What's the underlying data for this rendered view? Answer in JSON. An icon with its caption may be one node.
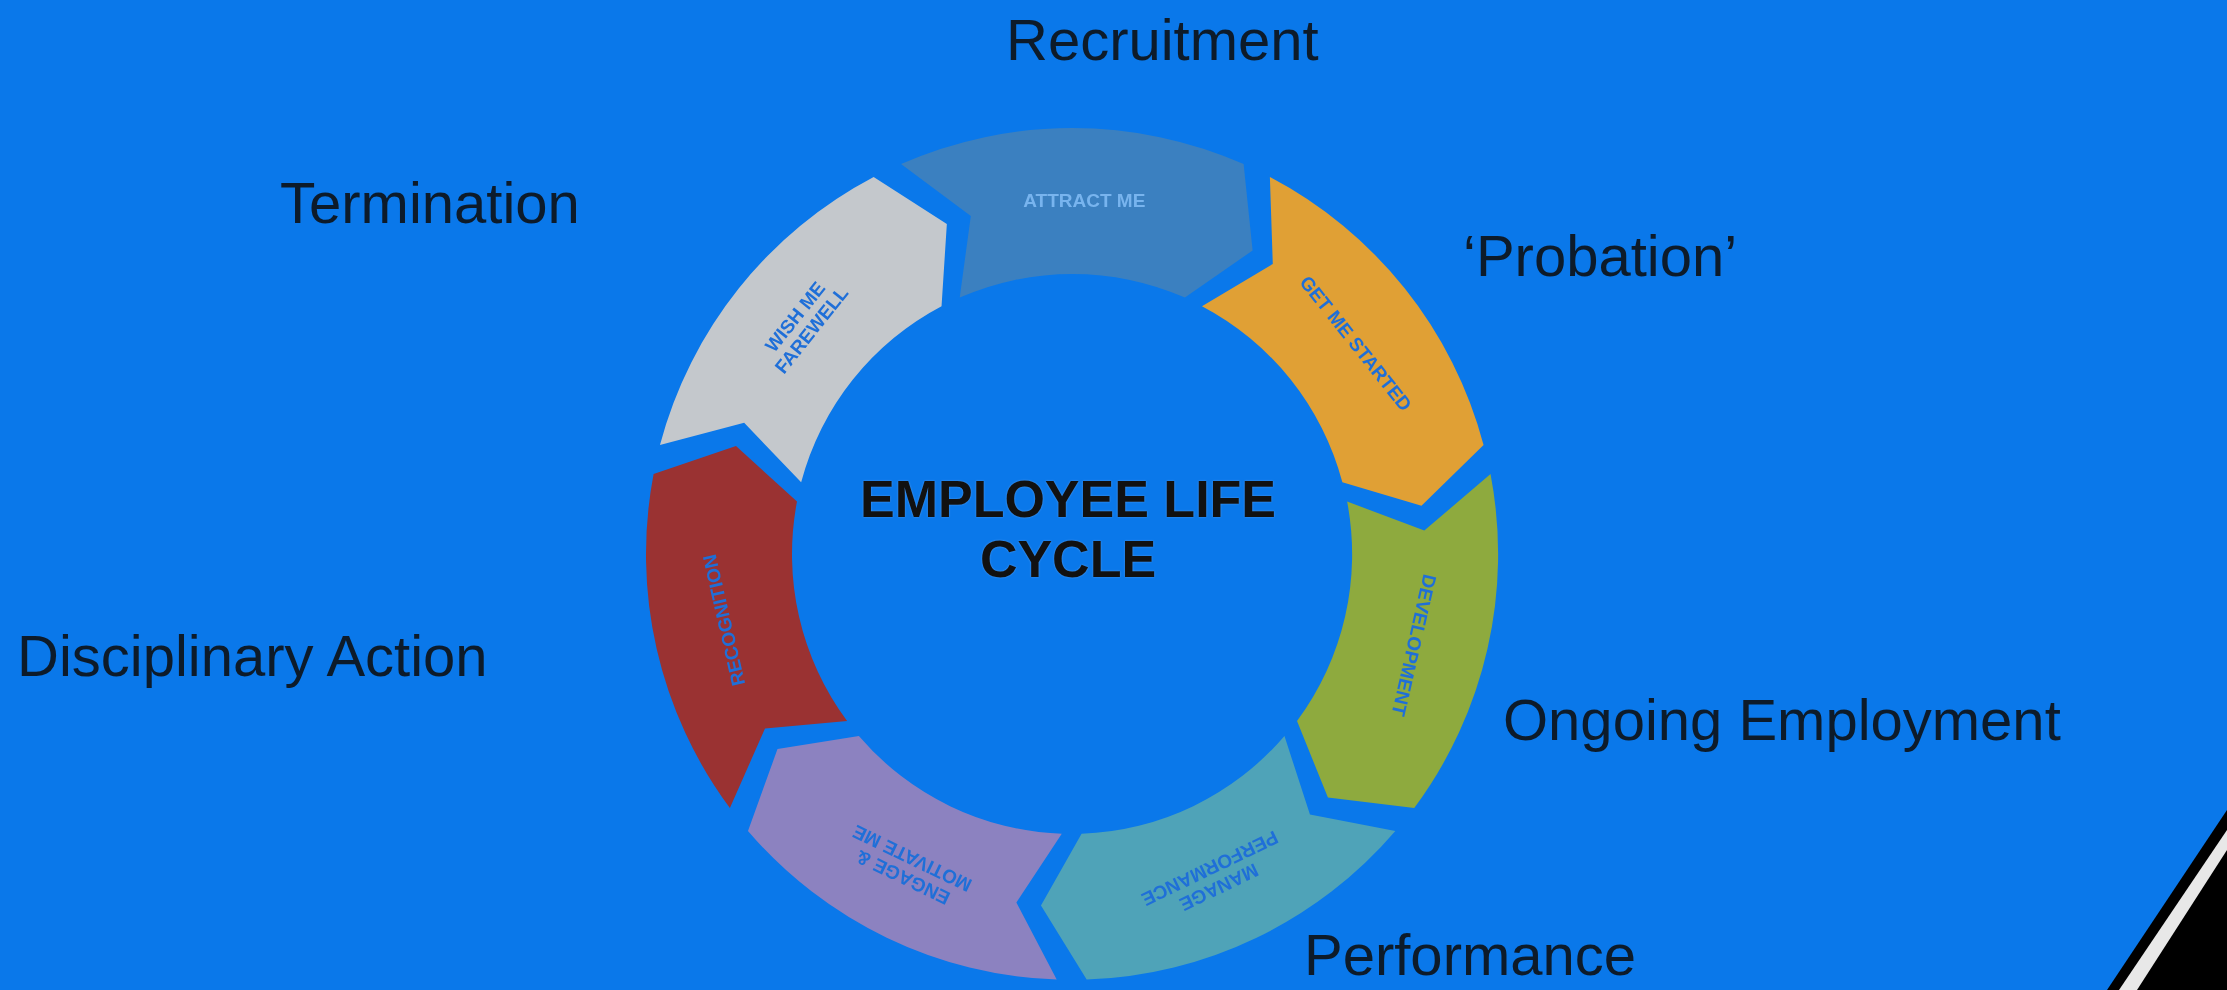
{
  "diagram": {
    "nodes": [
      {
        "text": [
          "ATTRACT ME"
        ]
      },
      {
        "text": [
          "GET ME STARTED"
        ]
      },
      {
        "text": [
          "DEVELOPMENT"
        ]
      },
      {
        "text": [
          "MANAGE PERFORMANCE"
        ]
      },
      {
        "text": [
          "ENGAGE & MOTIVATE ME"
        ]
      },
      {
        "text": [
          "RECOGNITION"
        ]
      },
      {
        "text": [
          "WISH ME FAREWELL"
        ]
      }
    ],
    "edges": [],
    "labels": [
      "Recruitment",
      "Termination",
      "‘Probation’",
      "EMPLOYEE LIFE CYCLE",
      "Disciplinary Action",
      "Ongoing Employment",
      "Performance"
    ]
  }
}
